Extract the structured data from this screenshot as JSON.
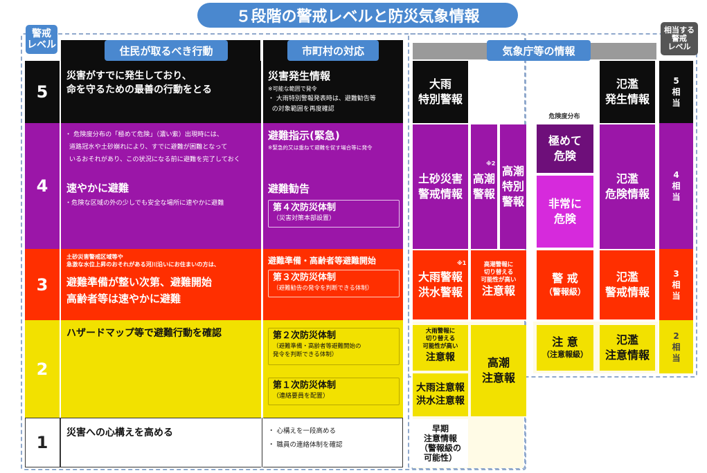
{
  "title": "５段階の警戒レベルと防災気象情報",
  "left_tag": "警戒\nレベル",
  "right_tag": "相当する\n警戒\nレベル",
  "headers": {
    "residents": "住民が取るべき行動",
    "municipal": "市町村の対応",
    "jma": "気象庁等の情報"
  },
  "colors": {
    "l5": "#0d0d0d",
    "l4": "#9b16a8",
    "l3": "#ff2f00",
    "l2": "#f2e100",
    "l1": "#ffffff",
    "accent": "#4a88cf"
  },
  "levels": {
    "l5": {
      "num": "5",
      "right": "5\n相\n当",
      "resident": "災害がすでに発生しており、\n命を守るための最善の行動をとる",
      "muni_title": "災害発生情報",
      "muni_note1": "※可能な範囲で発令",
      "muni_note2": "・ 大雨特別警報発表時は、避難勧告等\n  の対象範囲を再度確認"
    },
    "l4": {
      "num": "4",
      "right": "4\n相\n当",
      "resident_note": "・ 危険度分布の「極めて危険」（濃い紫）出現時には、\n  道路冠水や土砂崩れにより、すでに避難が困難となって\n  いるおそれがあり、この状況になる前に避難を完了しておく",
      "resident": "速やかに避難",
      "resident_sub": "・危険な区域の外の少しでも安全な場所に速やかに避難",
      "muni_title": "避難指示(緊急)",
      "muni_note": "※緊急的又は重ねて避難を促す場合等に発令",
      "muni_title2": "避難勧告",
      "muni_box": "第４次防災体制",
      "muni_box_sub": "（災害対策本部設置）"
    },
    "l3": {
      "num": "3",
      "right": "3\n相\n当",
      "resident_note": "土砂災害警戒区域等や\n急激な水位上昇のおそれがある河川沿いにお住まいの方は、",
      "resident": "避難準備が整い次第、避難開始\n高齢者等は速やかに避難",
      "muni_title": "避難準備・高齢者等避難開始",
      "muni_box": "第３次防災体制",
      "muni_box_sub": "（避難勧告の発令を判断できる体制）"
    },
    "l2": {
      "num": "2",
      "right": "2\n相\n当",
      "resident": "ハザードマップ等で避難行動を確認",
      "muni_box": "第２次防災体制",
      "muni_box_sub": "（避難準備・高齢者等避難開始の\n発令を判断できる体制）",
      "muni_box2": "第１次防災体制",
      "muni_box2_sub": "（連絡要員を配置）"
    },
    "l1": {
      "num": "1",
      "resident": "災害への心構えを高める",
      "muni1": "・ 心構えを一段高める",
      "muni2": "・ 職員の連絡体制を確認"
    }
  },
  "jma": {
    "tokubetsu_keiho": "大雨\n特別警報",
    "hanran_hassei": "氾濫\n発生情報",
    "kikendo": "危険度分布",
    "doshasaigai": "土砂災害\n警戒情報",
    "takashio_keiho": "高潮\n警報",
    "takashio_tokubetsu": "高潮\n特別\n警報",
    "note2": "※2",
    "kiwamete": "極めて\n危険",
    "hijoni": "非常に\n危険",
    "hanran_kiken": "氾濫\n危険情報",
    "ooame_keiho": "大雨警報\n洪水警報",
    "note1": "※1",
    "takashio_chuiho_note": "高潮警報に\n切り替える\n可能性が高い",
    "takashio_chuiho": "注意報",
    "keikai": "警 戒",
    "keikai_sub": "（警報級）",
    "hanran_keikai": "氾濫\n警戒情報",
    "ooame_chuiho_note": "大雨警報に\n切り替える\n可能性が高い",
    "ooame_chuiho_label": "注意報",
    "takashio_chui": "高潮\n注意報",
    "chui": "注 意",
    "chui_sub": "（注意報級）",
    "hanran_chui": "氾濫\n注意情報",
    "ooame_chui": "大雨注意報\n洪水注意報",
    "souki": "早期\n注意情報\n（警報級の\n可能性）"
  }
}
